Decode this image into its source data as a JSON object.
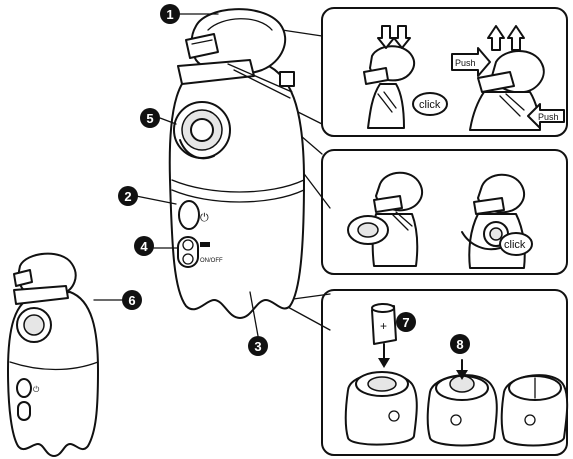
{
  "callouts": {
    "n1": "1",
    "n2": "2",
    "n3": "3",
    "n4": "4",
    "n5": "5",
    "n6": "6",
    "n7": "7",
    "n8": "8"
  },
  "device_labels": {
    "power_symbol": "⏻",
    "on_off": "ON/OFF"
  },
  "panel_attach": {
    "click": "click",
    "push_left": "Push",
    "push_right": "Push"
  },
  "panel_cup": {
    "click": "click"
  },
  "panel_battery": {
    "plus": "+"
  },
  "icons": {
    "arrow_down": "double-arrow-down-icon",
    "arrow_up": "double-arrow-up-icon"
  }
}
